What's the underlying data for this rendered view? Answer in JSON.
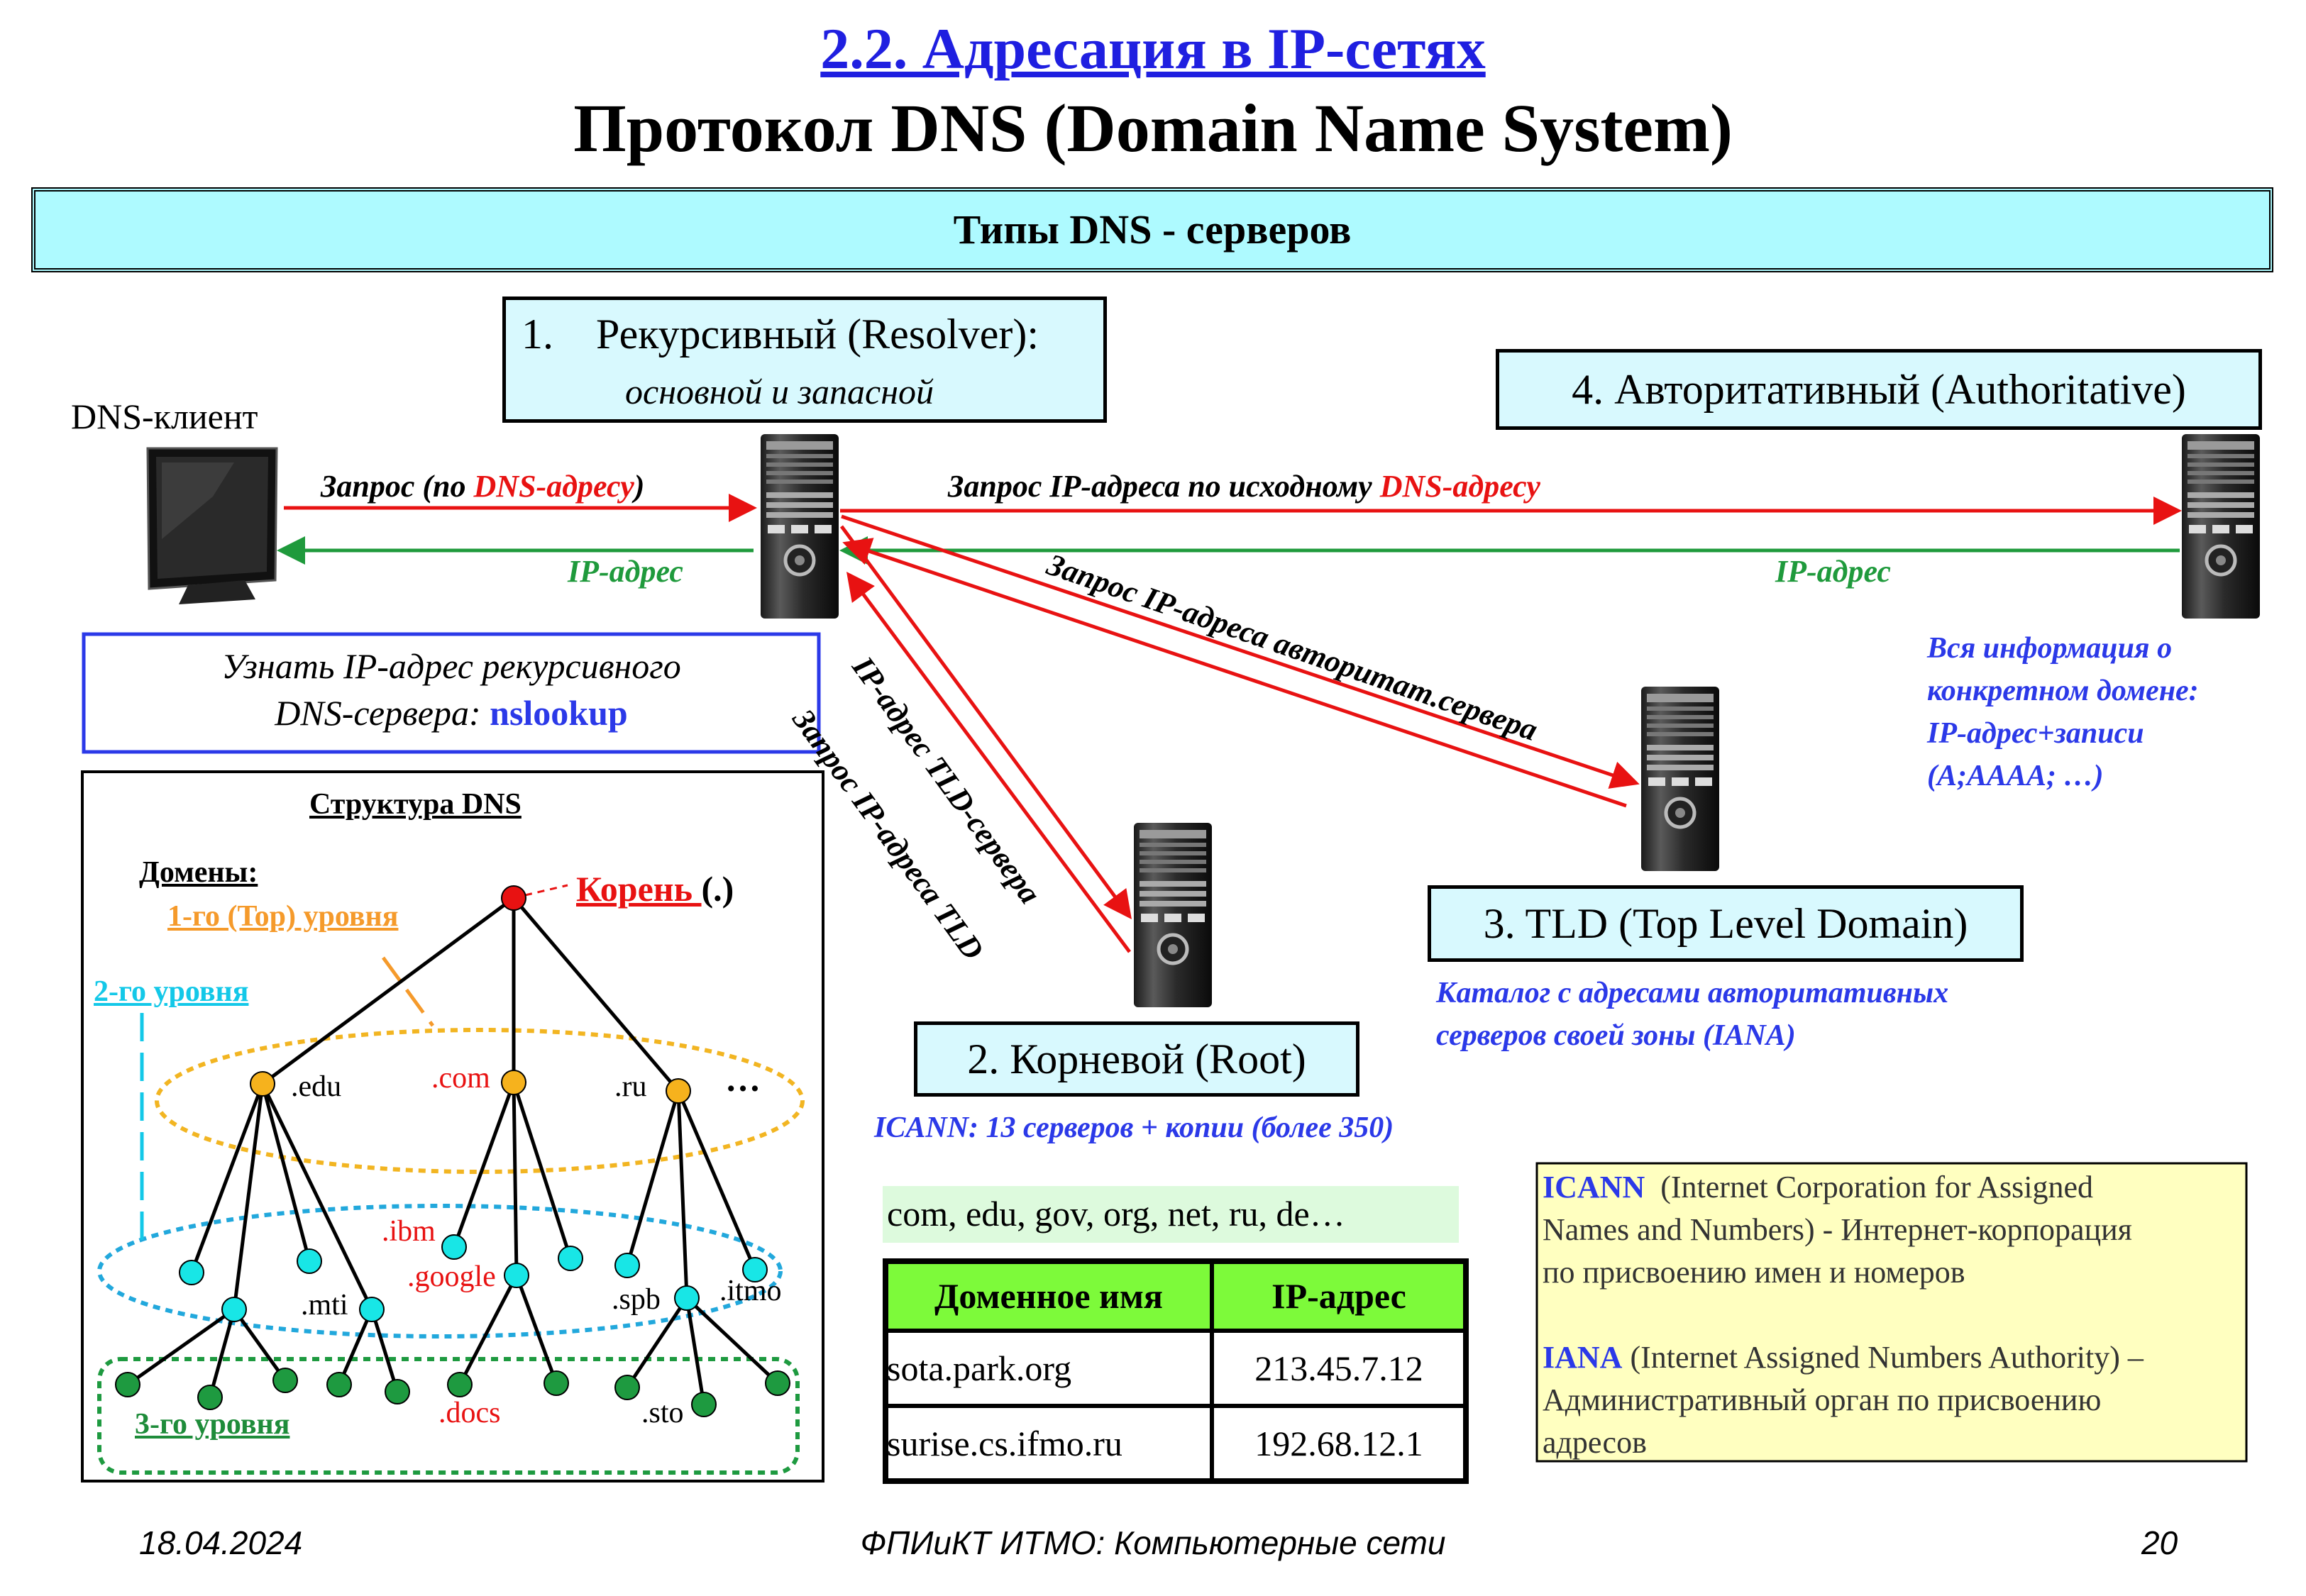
{
  "header": {
    "section_title": "2.2. Адресация в IP-сетях",
    "main_title": "Протокол DNS (Domain Name System)"
  },
  "band": {
    "title": "Типы DNS - серверов"
  },
  "client": {
    "label": "DNS-клиент"
  },
  "resolver": {
    "title": "1.    Рекурсивный (Resolver):",
    "subtitle": "основной и запасной"
  },
  "authoritative": {
    "title": "4. Авторитативный (Authoritative)",
    "note": [
      "Вся информация о",
      "конкретном домене:",
      "IP-адрес+записи",
      "(A;AAAA; …)"
    ]
  },
  "tld": {
    "title": "3. TLD (Top Level Domain)",
    "note": [
      "Каталог с адресами авторитативных",
      "серверов своей зоны (IANA)"
    ]
  },
  "root": {
    "title": "2. Корневой (Root)",
    "note": "ICANN: 13 серверов + копии (более 350)"
  },
  "arrows": {
    "query_prefix": "Запрос (по ",
    "query_red": "DNS-адресу",
    "query_suffix": ")",
    "ip_address": "IP-адрес",
    "ip_query_prefix": "Запрос IP-адреса по исходному ",
    "ip_query_red": "DNS-адресу",
    "ip_address_right": "IP-адрес",
    "tld_query": "Запрос IP-адреса TLD",
    "tld_reply": "IP-адрес TLD-сервера",
    "auth_query": "Запрос IP-адреса авторитат.сервера"
  },
  "nslookup": {
    "line1": "Узнать IP-адрес рекурсивного",
    "line2_prefix": "DNS-сервера: ",
    "line2_cmd": "nslookup"
  },
  "structure": {
    "title": "Структура DNS",
    "domains_label": "Домены:",
    "level1": "1-го (Top) уровня",
    "level2": "2-го уровня",
    "level3": "3-го уровня",
    "root_label": "Корень ",
    "root_dot": "(.)",
    "tld_labels": [
      ".edu",
      ".com",
      ".ru",
      "…"
    ],
    "second_labels": [
      ".ibm",
      ".google",
      ".mti",
      ".spb",
      ".itmo"
    ],
    "third_labels": [
      ".docs",
      ".sto"
    ]
  },
  "zones": {
    "text": "com, edu, gov, org, net, ru, de…"
  },
  "table": {
    "headers": [
      "Доменное имя",
      "IP-адрес"
    ],
    "rows": [
      [
        "sota.park.org",
        "213.45.7.12"
      ],
      [
        "surise.cs.ifmo.ru",
        "192.68.12.1"
      ]
    ]
  },
  "glossary": {
    "icann_abbr": "ICANN",
    "icann_line1": "  (Internet Corporation for Assigned",
    "icann_line2": "Names and Numbers) - Интернет-корпорация",
    "icann_line3": "по присвоению имен и номеров",
    "iana_abbr": "IANA",
    "iana_line1": " (Internet Assigned Numbers Authority) –",
    "iana_line2": "Административный орган по присвоению",
    "iana_line3": "адресов"
  },
  "footer": {
    "date": "18.04.2024",
    "course": "ФПИиКТ ИТМО: Компьютерные сети",
    "page": "20"
  }
}
